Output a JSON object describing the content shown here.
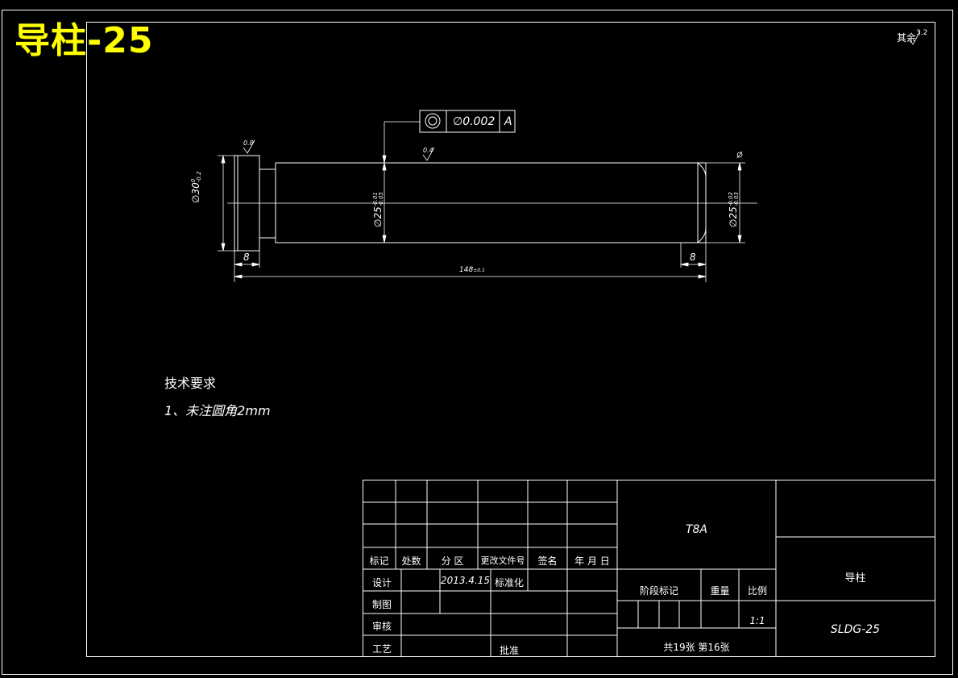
{
  "title": "导柱-25",
  "surface_note": "其余",
  "surface_note_value": "3.2",
  "tolerance_frame": {
    "value": "∅0.002",
    "datum": "A"
  },
  "roughness": {
    "left_face": "0.8",
    "top": "0.4"
  },
  "dimensions": {
    "left_diameter_main": "∅30",
    "left_diameter_tol": "-0.2",
    "left_diameter_tol_upper": "0",
    "middle_diameter_main": "∅25",
    "middle_diameter_tol_upper": "-0.01",
    "middle_diameter_tol_lower": "-0.05",
    "right_diameter_main": "∅25",
    "right_diameter_tol_upper": "-0.02",
    "right_diameter_tol_lower": "-0.03",
    "left_length": "8",
    "right_length": "8",
    "total_length": "148",
    "total_length_tol": "±0.1"
  },
  "tech_requirements": {
    "heading": "技术要求",
    "item1": "1、未注圆角2mm"
  },
  "title_block": {
    "header": [
      "标记",
      "处数",
      "分 区",
      "更改文件号",
      "签名",
      "年 月 日"
    ],
    "design_label": "设计",
    "design_date": "2013.4.15",
    "standardize_label": "标准化",
    "draw_label": "制图",
    "check_label": "审核",
    "process_label": "工艺",
    "approve_label": "批准",
    "material": "T8A",
    "stage_label": "阶段标记",
    "weight_label": "重量",
    "scale_label": "比例",
    "scale_value": "1:1",
    "sheets": "共19张  第16张",
    "part_name": "导柱",
    "drawing_no": "SLDG-25"
  }
}
